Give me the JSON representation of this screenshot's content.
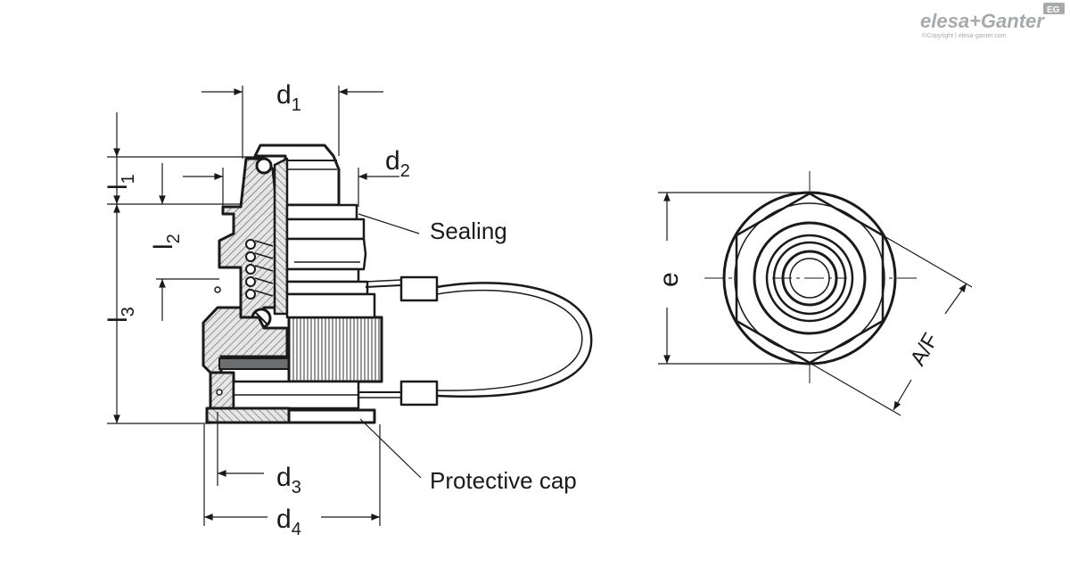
{
  "logo": {
    "brand": "elesa+Ganter",
    "badge": "EG",
    "copyright": "©Copyright | elesa-ganter.com"
  },
  "dimensions": {
    "d1": {
      "main": "d",
      "sub": "1"
    },
    "d2": {
      "main": "d",
      "sub": "2"
    },
    "d3": {
      "main": "d",
      "sub": "3"
    },
    "d4": {
      "main": "d",
      "sub": "4"
    },
    "l1": {
      "main": "l",
      "sub": "1"
    },
    "l2": {
      "main": "l",
      "sub": "2"
    },
    "l3": {
      "main": "l",
      "sub": "3"
    },
    "e": "e",
    "af": "A/F"
  },
  "callouts": {
    "sealing": "Sealing",
    "protective_cap": "Protective cap"
  }
}
